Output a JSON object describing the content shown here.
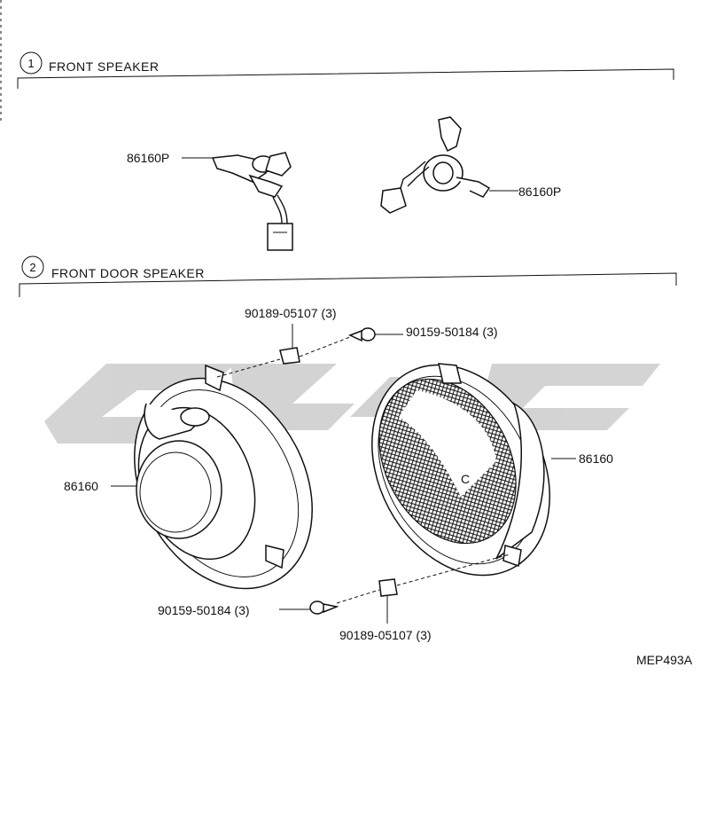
{
  "sections": [
    {
      "number": "1",
      "title": "FRONT SPEAKER"
    },
    {
      "number": "2",
      "title": "FRONT DOOR SPEAKER"
    }
  ],
  "labels": {
    "p86160p_left": "86160P",
    "p86160p_right": "86160P",
    "screw_top": "90189-05107 (3)",
    "bolt_top": "90159-50184 (3)",
    "speaker_left": "86160",
    "speaker_right": "86160",
    "bolt_bottom": "90159-50184 (3)",
    "screw_bottom": "90189-05107 (3)"
  },
  "diagram_code": "MEP493A",
  "colors": {
    "line": "#111111",
    "watermark": "#cfcfcf",
    "background": "#ffffff"
  }
}
